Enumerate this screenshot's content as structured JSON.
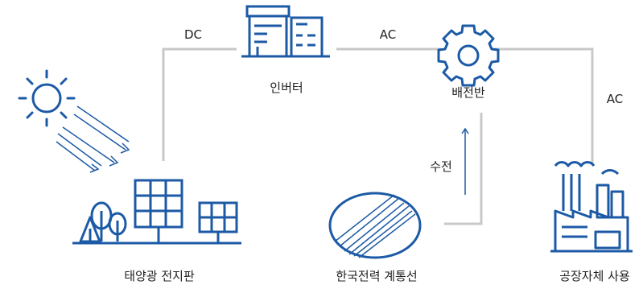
{
  "diagram": {
    "nodes": {
      "inverter": {
        "label": "인버터",
        "icon": "inverter-building-icon"
      },
      "switchboard": {
        "label": "배전반",
        "icon": "gear-icon"
      },
      "solar_panel": {
        "label": "태양광 전지판",
        "icon": "solar-panel-icon"
      },
      "kepco_grid": {
        "label": "한국전력 계통선",
        "icon": "kepco-logo-icon"
      },
      "factory": {
        "label": "공장자체 사용",
        "icon": "factory-icon"
      },
      "sun": {
        "icon": "sun-icon"
      }
    },
    "edges": {
      "solar_to_inverter": {
        "label": "DC"
      },
      "inverter_to_switchboard": {
        "label": "AC"
      },
      "switchboard_to_factory": {
        "label": "AC"
      },
      "grid_to_switchboard": {
        "label": "수전"
      }
    }
  },
  "colors": {
    "line": "#c8c8c8",
    "icon": "#1c5aa6",
    "text": "#222222"
  }
}
